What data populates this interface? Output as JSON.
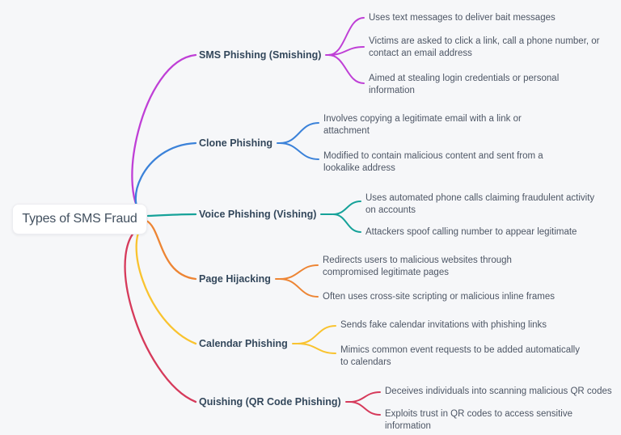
{
  "canvas": {
    "background": "#f6f7f9"
  },
  "root": {
    "label": "Types of SMS Fraud"
  },
  "theme": {
    "root_text_color": "#42505f",
    "branch_label_color": "#33475b",
    "leaf_text_color": "#4d5665"
  },
  "branches": [
    {
      "label": "SMS Phishing (Smishing)",
      "color": "#bf3fd6",
      "leaves": [
        "Uses text messages to deliver bait messages",
        "Victims are asked to click a link, call a phone number, or\ncontact an email address",
        "Aimed at stealing login credentials or personal\ninformation"
      ]
    },
    {
      "label": "Clone Phishing",
      "color": "#3b82d9",
      "leaves": [
        "Involves copying a legitimate email with a link or\nattachment",
        "Modified to contain malicious content and sent from a\nlookalike address"
      ]
    },
    {
      "label": "Voice Phishing (Vishing)",
      "color": "#16a299",
      "leaves": [
        "Uses automated phone calls claiming fraudulent activity\non accounts",
        "Attackers spoof calling number to appear legitimate"
      ]
    },
    {
      "label": "Page Hijacking",
      "color": "#ed8534",
      "leaves": [
        "Redirects users to malicious websites through\ncompromised legitimate pages",
        "Often uses cross-site scripting or malicious inline frames"
      ]
    },
    {
      "label": "Calendar Phishing",
      "color": "#f9c32f",
      "leaves": [
        "Sends fake calendar invitations with phishing links",
        "Mimics common event requests to be added automatically\nto calendars"
      ]
    },
    {
      "label": "Quishing (QR Code Phishing)",
      "color": "#d63a5b",
      "leaves": [
        "Deceives individuals into scanning malicious QR codes",
        "Exploits trust in QR codes to access sensitive information"
      ]
    }
  ]
}
